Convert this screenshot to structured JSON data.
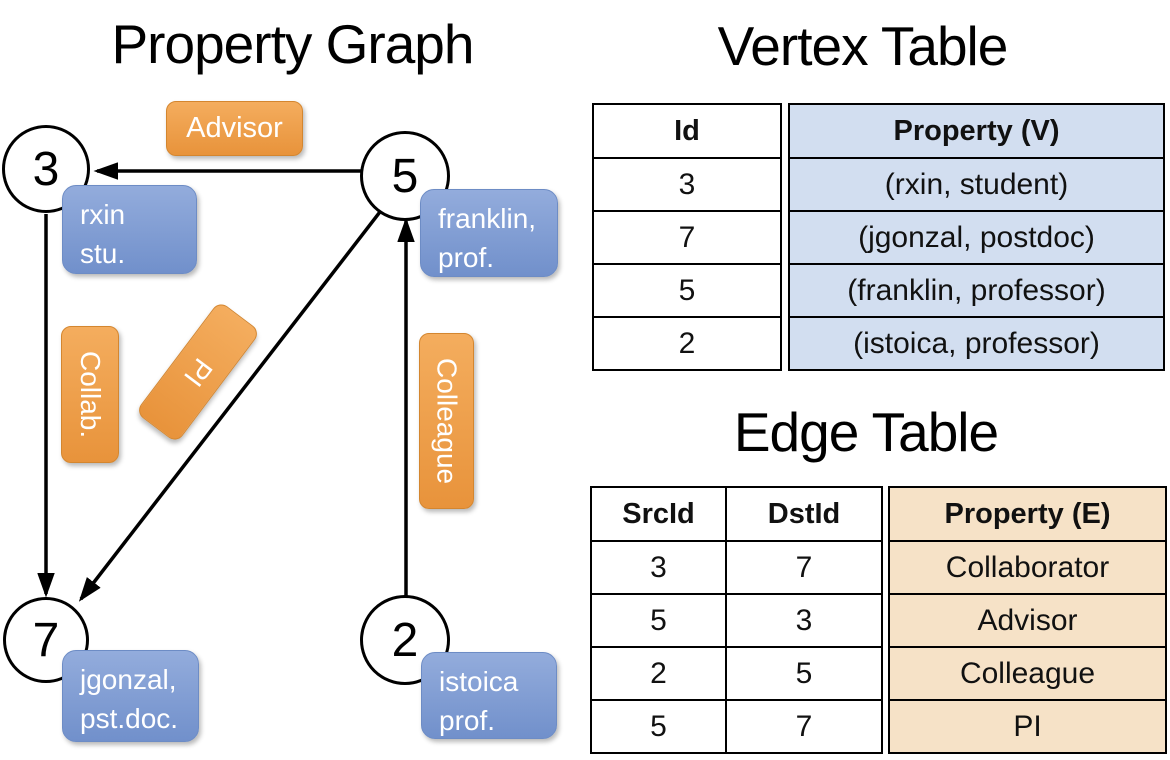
{
  "graph": {
    "title": "Property Graph",
    "nodes": [
      {
        "id": "3",
        "label_lines": [
          "rxin",
          "stu."
        ]
      },
      {
        "id": "5",
        "label_lines": [
          "franklin,",
          "prof."
        ]
      },
      {
        "id": "7",
        "label_lines": [
          "jgonzal,",
          "pst.doc."
        ]
      },
      {
        "id": "2",
        "label_lines": [
          "istoica",
          "prof."
        ]
      }
    ],
    "edge_labels": [
      {
        "text": "Advisor"
      },
      {
        "text": "Collab."
      },
      {
        "text": "PI"
      },
      {
        "text": "Colleague"
      }
    ]
  },
  "vertex_table": {
    "title": "Vertex Table",
    "headers": [
      "Id",
      "Property (V)"
    ],
    "rows": [
      [
        "3",
        "(rxin, student)"
      ],
      [
        "7",
        "(jgonzal, postdoc)"
      ],
      [
        "5",
        "(franklin, professor)"
      ],
      [
        "2",
        "(istoica, professor)"
      ]
    ]
  },
  "edge_table": {
    "title": "Edge Table",
    "headers": [
      "SrcId",
      "DstId",
      "Property (E)"
    ],
    "rows": [
      [
        "3",
        "7",
        "Collaborator"
      ],
      [
        "5",
        "3",
        "Advisor"
      ],
      [
        "2",
        "5",
        "Colleague"
      ],
      [
        "5",
        "7",
        "PI"
      ]
    ]
  },
  "colors": {
    "orange_top": "#F4AD5E",
    "orange_bottom": "#E8933B",
    "orange_border": "#D4862F",
    "blue_top": "#93ACDC",
    "blue_bottom": "#7190CB",
    "blue_border": "#6D8CC5",
    "vertex_cell_bg": "#D2DEF0",
    "edge_cell_bg": "#F6E2C7",
    "line_color": "#000000"
  }
}
